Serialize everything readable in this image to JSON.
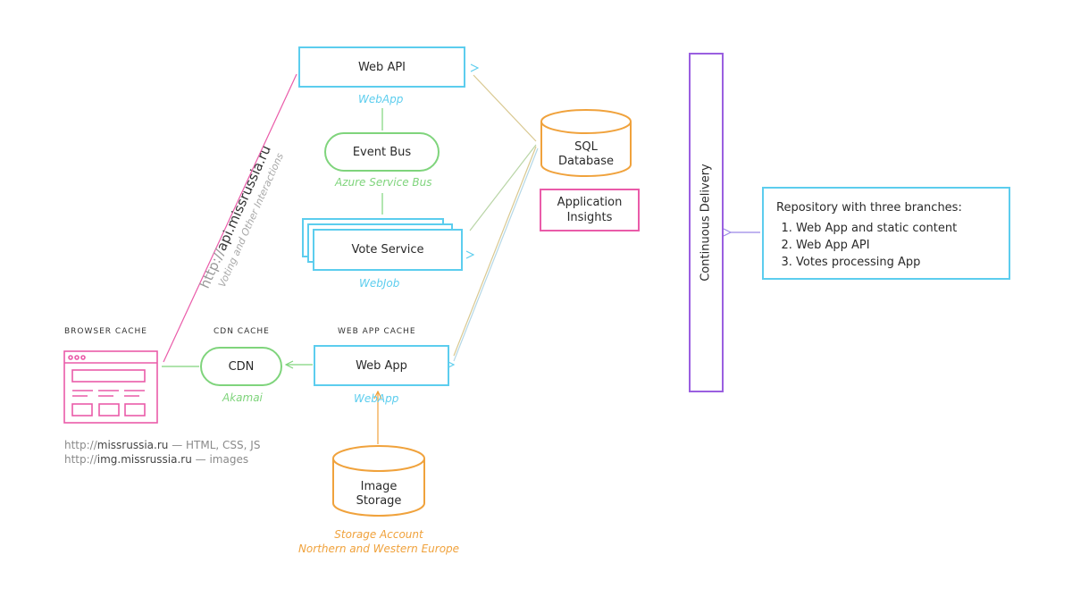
{
  "web_api": {
    "title": "Web API",
    "platform": "WebApp"
  },
  "event_bus": {
    "title": "Event Bus",
    "platform": "Azure Service Bus"
  },
  "vote_service": {
    "title": "Vote Service",
    "platform": "WebJob"
  },
  "web_app": {
    "caption": "WEB APP CACHE",
    "title": "Web App",
    "platform": "WebApp"
  },
  "cdn": {
    "caption": "CDN CACHE",
    "title": "CDN",
    "platform": "Akamai"
  },
  "browser": {
    "caption": "BROWSER CACHE"
  },
  "sql_db": {
    "line1": "SQL",
    "line2": "Database"
  },
  "app_insights": {
    "line1": "Application",
    "line2": "Insights"
  },
  "image_storage": {
    "line1": "Image",
    "line2": "Storage",
    "platform_line1": "Storage Account",
    "platform_line2": "Northern and Western Europe"
  },
  "continuous_delivery": {
    "title": "Continuous Delivery"
  },
  "repository": {
    "title": "Repository with three branches:",
    "items": [
      "Web App and static content",
      "Web App API",
      "Votes processing App"
    ]
  },
  "api_link": {
    "prefix": "http://",
    "host": "api.missrussia.ru",
    "note": "Voting and Other Interactions"
  },
  "urls": [
    {
      "prefix": "http://",
      "host": "missrussia.ru",
      "suffix": " — HTML, CSS, JS"
    },
    {
      "prefix": "http://",
      "host": "img.missrussia.ru",
      "suffix": " — images"
    }
  ],
  "colors": {
    "blue": "#5ccdee",
    "green": "#7fd47c",
    "pink": "#ea5ba9",
    "orange": "#f0a23c",
    "purple": "#9a5fe0",
    "tan": "#d9b27a"
  }
}
